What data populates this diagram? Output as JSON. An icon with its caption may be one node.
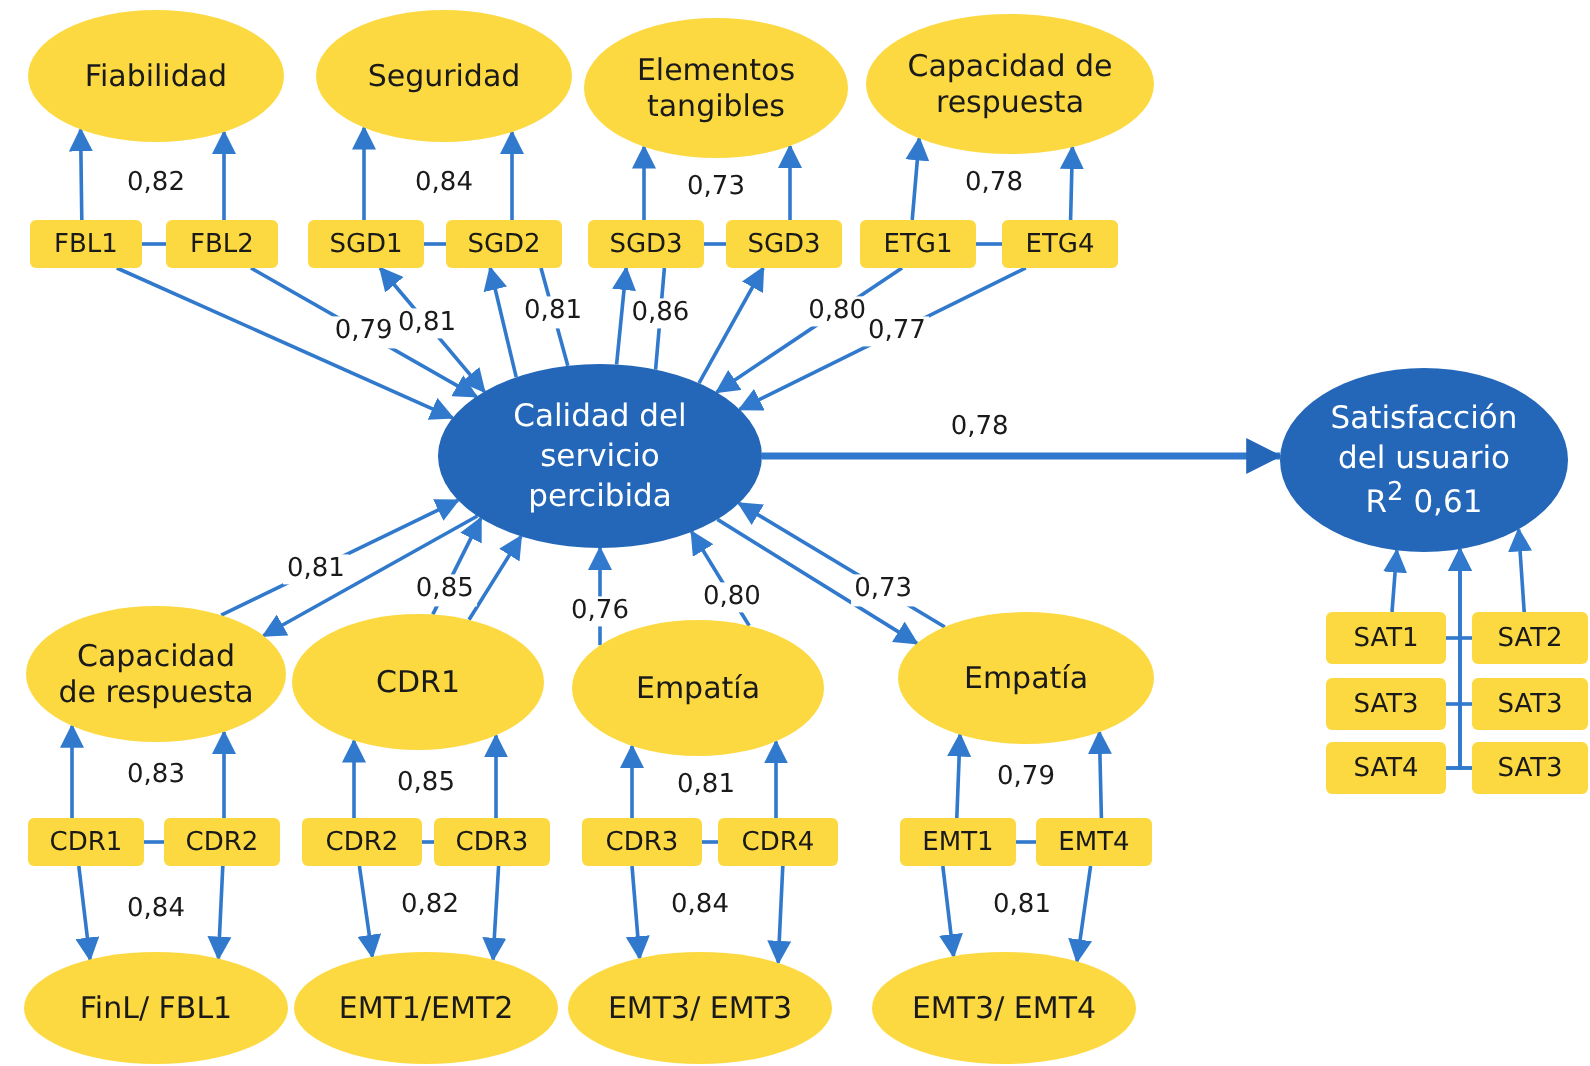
{
  "diagram": {
    "nodes": [
      {
        "text": [
          "Fiabilidad"
        ]
      },
      {
        "text": [
          "Seguridad"
        ]
      },
      {
        "text": [
          "Elementos tangibles"
        ]
      },
      {
        "text": [
          "Capacidad de respuesta"
        ]
      },
      {
        "text": [
          "FBL1"
        ]
      },
      {
        "text": [
          "FBL2"
        ]
      },
      {
        "text": [
          "SGD1"
        ]
      },
      {
        "text": [
          "SGD2"
        ]
      },
      {
        "text": [
          "SGD3"
        ]
      },
      {
        "text": [
          "SGD3"
        ]
      },
      {
        "text": [
          "ETG1"
        ]
      },
      {
        "text": [
          "ETG4"
        ]
      },
      {
        "text": [
          "Calidad del servicio percibida"
        ]
      },
      {
        "text": [
          "Satisfacción del usuario",
          "R$^{2}$ 0,61"
        ]
      },
      {
        "text": [
          "Capacidad de respuesta"
        ]
      },
      {
        "text": [
          "CDR1"
        ]
      },
      {
        "text": [
          "Empatía"
        ]
      },
      {
        "text": [
          "Empatía"
        ]
      },
      {
        "text": [
          "CDR1"
        ]
      },
      {
        "text": [
          "CDR2"
        ]
      },
      {
        "text": [
          "CDR2"
        ]
      },
      {
        "text": [
          "CDR3"
        ]
      },
      {
        "text": [
          "CDR3"
        ]
      },
      {
        "text": [
          "CDR4"
        ]
      },
      {
        "text": [
          "EMT1"
        ]
      },
      {
        "text": [
          "EMT4"
        ]
      },
      {
        "text": [
          "FinL/ FBL1"
        ]
      },
      {
        "text": [
          "EMT1/EMT2"
        ]
      },
      {
        "text": [
          "EMT3/ EMT3"
        ]
      },
      {
        "text": [
          "EMT3/ EMT4"
        ]
      },
      {
        "text": [
          "SAT1"
        ]
      },
      {
        "text": [
          "SAT2"
        ]
      },
      {
        "text": [
          "SAT3"
        ]
      },
      {
        "text": [
          "SAT3"
        ]
      },
      {
        "text": [
          "SAT4"
        ]
      },
      {
        "text": [
          "SAT3"
        ]
      }
    ],
    "edges": [
      {
        "from": 4,
        "to": 0,
        "arrow": "to"
      },
      {
        "from": 5,
        "to": 0,
        "arrow": "to"
      },
      {
        "from": 4,
        "to": 5,
        "arrow": "none"
      },
      {
        "from": 6,
        "to": 1,
        "arrow": "to"
      },
      {
        "from": 7,
        "to": 1,
        "arrow": "to"
      },
      {
        "from": 6,
        "to": 7,
        "arrow": "none"
      },
      {
        "from": 8,
        "to": 2,
        "arrow": "to"
      },
      {
        "from": 9,
        "to": 2,
        "arrow": "to"
      },
      {
        "from": 8,
        "to": 9,
        "arrow": "none"
      },
      {
        "from": 10,
        "to": 3,
        "arrow": "to"
      },
      {
        "from": 11,
        "to": 3,
        "arrow": "to"
      },
      {
        "from": 10,
        "to": 11,
        "arrow": "none"
      },
      {
        "from": 4,
        "to": 12,
        "arrow": "to"
      },
      {
        "from": 5,
        "to": 12,
        "arrow": "to",
        "label": "0,79"
      },
      {
        "from": 12,
        "to": 6,
        "arrow": "both",
        "label": "0,81"
      },
      {
        "from": 12,
        "to": 7,
        "arrow": "to"
      },
      {
        "from": 7,
        "to": 12,
        "arrow": "none",
        "label": "0,81"
      },
      {
        "from": 12,
        "to": 8,
        "arrow": "to"
      },
      {
        "from": 8,
        "to": 12,
        "arrow": "none",
        "label": "0,86"
      },
      {
        "from": 12,
        "to": 9,
        "arrow": "to"
      },
      {
        "from": 10,
        "to": 12,
        "arrow": "to",
        "label": "0,80"
      },
      {
        "from": 11,
        "to": 12,
        "arrow": "to",
        "label": "0,77"
      },
      {
        "from": 12,
        "to": 13,
        "arrow": "to",
        "label": "0,78",
        "style": "thick"
      },
      {
        "from": 14,
        "to": 12,
        "arrow": "to",
        "label": "0,81"
      },
      {
        "from": 12,
        "to": 14,
        "arrow": "to"
      },
      {
        "from": 15,
        "to": 12,
        "arrow": "to",
        "label": "0,85"
      },
      {
        "from": 15,
        "to": 12,
        "arrow": "to"
      },
      {
        "from": 16,
        "to": 12,
        "arrow": "to",
        "label": "0,76"
      },
      {
        "from": 16,
        "to": 12,
        "arrow": "to",
        "label": "0,80"
      },
      {
        "from": 17,
        "to": 12,
        "arrow": "to",
        "label": "0,73"
      },
      {
        "from": 12,
        "to": 17,
        "arrow": "to"
      },
      {
        "from": 18,
        "to": 14,
        "arrow": "to"
      },
      {
        "from": 19,
        "to": 14,
        "arrow": "to"
      },
      {
        "from": 18,
        "to": 19,
        "arrow": "none"
      },
      {
        "from": 18,
        "to": 26,
        "arrow": "to"
      },
      {
        "from": 19,
        "to": 26,
        "arrow": "to"
      },
      {
        "from": 20,
        "to": 15,
        "arrow": "to"
      },
      {
        "from": 21,
        "to": 15,
        "arrow": "to"
      },
      {
        "from": 20,
        "to": 21,
        "arrow": "none"
      },
      {
        "from": 20,
        "to": 27,
        "arrow": "to"
      },
      {
        "from": 21,
        "to": 27,
        "arrow": "to"
      },
      {
        "from": 22,
        "to": 16,
        "arrow": "to"
      },
      {
        "from": 23,
        "to": 16,
        "arrow": "to"
      },
      {
        "from": 22,
        "to": 23,
        "arrow": "none"
      },
      {
        "from": 22,
        "to": 28,
        "arrow": "to"
      },
      {
        "from": 23,
        "to": 28,
        "arrow": "to"
      },
      {
        "from": 24,
        "to": 17,
        "arrow": "to"
      },
      {
        "from": 25,
        "to": 17,
        "arrow": "to"
      },
      {
        "from": 24,
        "to": 25,
        "arrow": "none"
      },
      {
        "from": 24,
        "to": 29,
        "arrow": "to"
      },
      {
        "from": 25,
        "to": 29,
        "arrow": "to"
      },
      {
        "from": 30,
        "to": 13,
        "arrow": "to"
      },
      {
        "from": 31,
        "to": 13,
        "arrow": "to"
      },
      {
        "from": 30,
        "to": 31,
        "arrow": "none"
      },
      {
        "from": 32,
        "to": 33,
        "arrow": "none"
      },
      {
        "from": 34,
        "to": 35,
        "arrow": "none"
      },
      {
        "from": 34,
        "to": 13,
        "arrow": "to"
      },
      {
        "from": 35,
        "to": 13,
        "arrow": "to"
      }
    ],
    "labels": [
      "0,82",
      "0,84",
      "0,73",
      "0,78",
      "0,83",
      "0,85",
      "0,81",
      "0,79",
      "0,84",
      "0,82",
      "0,84",
      "0,81"
    ]
  }
}
